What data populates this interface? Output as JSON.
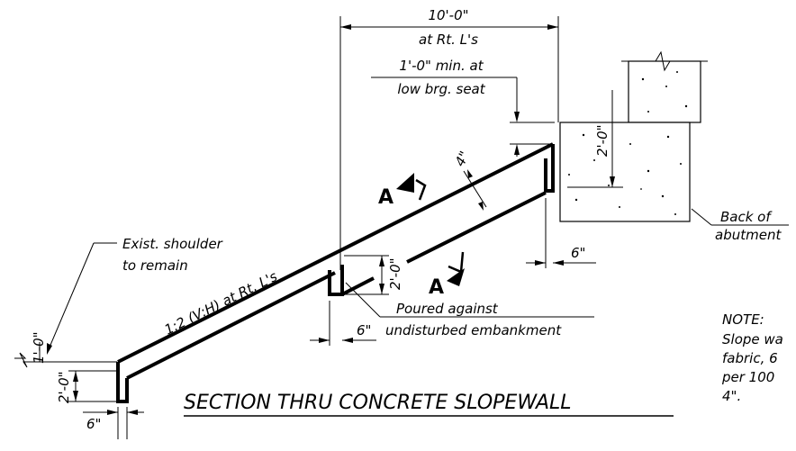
{
  "title": "SECTION THRU CONCRETE SLOPEWALL",
  "dimensions": {
    "top_length": "10'-0\"",
    "top_length_note": "at Rt. L's",
    "min_seat": "1'-0\" min. at",
    "min_seat_note": "low brg. seat",
    "abutment_offset": "2'-0\"",
    "thickness": "4\"",
    "toe_depth_mid": "2'-0\"",
    "toe_width_right": "6\"",
    "toe_width_mid": "6\"",
    "toe_width_left": "6\"",
    "left_offset": "1'-0\"",
    "left_depth": "2'-0\""
  },
  "labels": {
    "shoulder_line1": "Exist. shoulder",
    "shoulder_line2": "to remain",
    "slope": "1:2 (V:H) at Rt. L's",
    "poured_line1": "Poured against",
    "poured_line2": "undisturbed embankment",
    "back_line1": "Back of",
    "back_line2": "abutment",
    "section_mark": "A"
  },
  "note": {
    "heading": "NOTE:",
    "line1": "Slope wa",
    "line2": "fabric, 6",
    "line3": "per 100",
    "line4": "4\"."
  }
}
